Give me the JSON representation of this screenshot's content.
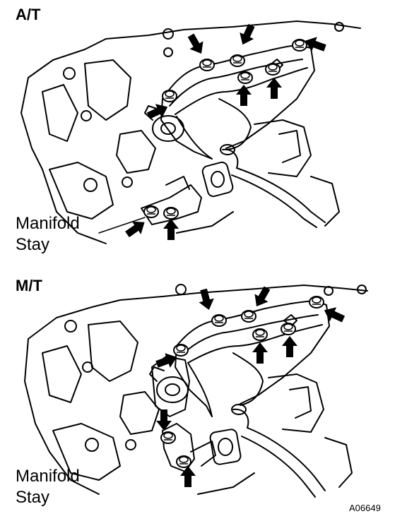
{
  "panels": [
    {
      "title": "A/T",
      "callout": [
        "Manifold",
        "Stay"
      ]
    },
    {
      "title": "M/T",
      "callout": [
        "Manifold",
        "Stay"
      ]
    }
  ],
  "figure_code": "A06649",
  "colors": {
    "ink": "#000000",
    "paper": "#ffffff"
  }
}
